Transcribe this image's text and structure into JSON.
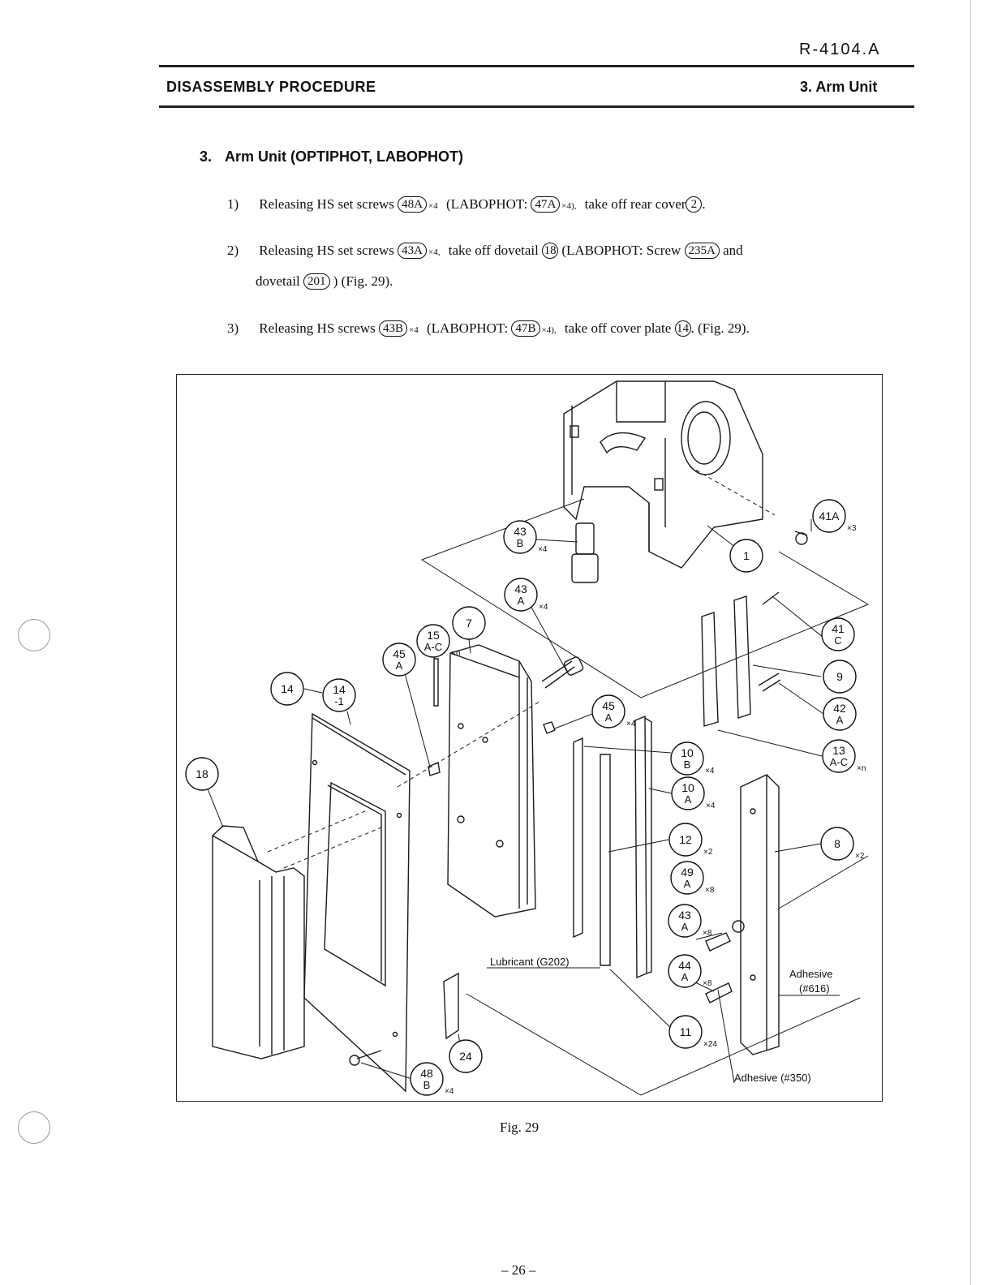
{
  "header": {
    "doc_number": "R-4104.A",
    "left": "DISASSEMBLY PROCEDURE",
    "right": "3. Arm Unit"
  },
  "section": {
    "number": "3.",
    "title": "Arm Unit (OPTIPHOT, LABOPHOT)"
  },
  "steps": [
    {
      "n": "1)",
      "t1": "Releasing HS set screws",
      "r1": "48A",
      "m1": "×4",
      "t2": "(LABOPHOT:",
      "r2": "47A",
      "m2": "×4),",
      "t3": "take off rear cover",
      "r3": "2",
      "t4": "."
    },
    {
      "n": "2)",
      "t1": "Releasing HS set screws",
      "r1": "43A",
      "m1": "×4,",
      "t2": "take off dovetail",
      "r2": "18",
      "t3": "(LABOPHOT: Screw",
      "r3": "235A",
      "t4": "and",
      "t5": "dovetail",
      "r4": "201",
      "t6": ") (Fig. 29)."
    },
    {
      "n": "3)",
      "t1": "Releasing HS screws",
      "r1": "43B",
      "m1": "×4",
      "t2": "(LABOPHOT:",
      "r2": "47B",
      "m2": "×4),",
      "t3": "take off cover plate",
      "r3": "14",
      "t4": ". (Fig. 29)."
    }
  ],
  "figure": {
    "caption": "Fig. 29",
    "callouts": [
      {
        "l1": "43",
        "l2": "B",
        "mult": "×4"
      },
      {
        "l1": "43",
        "l2": "A",
        "mult": "×4"
      },
      {
        "l1": "7",
        "l2": "",
        "mult": ""
      },
      {
        "l1": "15",
        "l2": "A-C",
        "mult": "×n"
      },
      {
        "l1": "45",
        "l2": "A",
        "mult": ""
      },
      {
        "l1": "14",
        "l2": "",
        "mult": ""
      },
      {
        "l1": "14",
        "l2": "-1",
        "mult": ""
      },
      {
        "l1": "18",
        "l2": "",
        "mult": ""
      },
      {
        "l1": "45",
        "l2": "A",
        "mult": "×4"
      },
      {
        "l1": "41A",
        "l2": "",
        "mult": "×3"
      },
      {
        "l1": "1",
        "l2": "",
        "mult": ""
      },
      {
        "l1": "41",
        "l2": "C",
        "mult": ""
      },
      {
        "l1": "9",
        "l2": "",
        "mult": ""
      },
      {
        "l1": "42",
        "l2": "A",
        "mult": ""
      },
      {
        "l1": "13",
        "l2": "A-C",
        "mult": "×n"
      },
      {
        "l1": "10",
        "l2": "B",
        "mult": "×4"
      },
      {
        "l1": "10",
        "l2": "A",
        "mult": "×4"
      },
      {
        "l1": "12",
        "l2": "",
        "mult": "×2"
      },
      {
        "l1": "8",
        "l2": "",
        "mult": "×2"
      },
      {
        "l1": "49",
        "l2": "A",
        "mult": "×8"
      },
      {
        "l1": "43",
        "l2": "A",
        "mult": "×8"
      },
      {
        "l1": "44",
        "l2": "A",
        "mult": "×8"
      },
      {
        "l1": "11",
        "l2": "",
        "mult": "×24"
      },
      {
        "l1": "24",
        "l2": "",
        "mult": ""
      },
      {
        "l1": "48",
        "l2": "B",
        "mult": "×4"
      }
    ],
    "notes": {
      "lubricant": "Lubricant (G202)",
      "adhesive_label": "Adhesive",
      "adhesive_code": "(#616)",
      "adhesive2": "Adhesive (#350)"
    }
  },
  "page_number": "– 26 –"
}
